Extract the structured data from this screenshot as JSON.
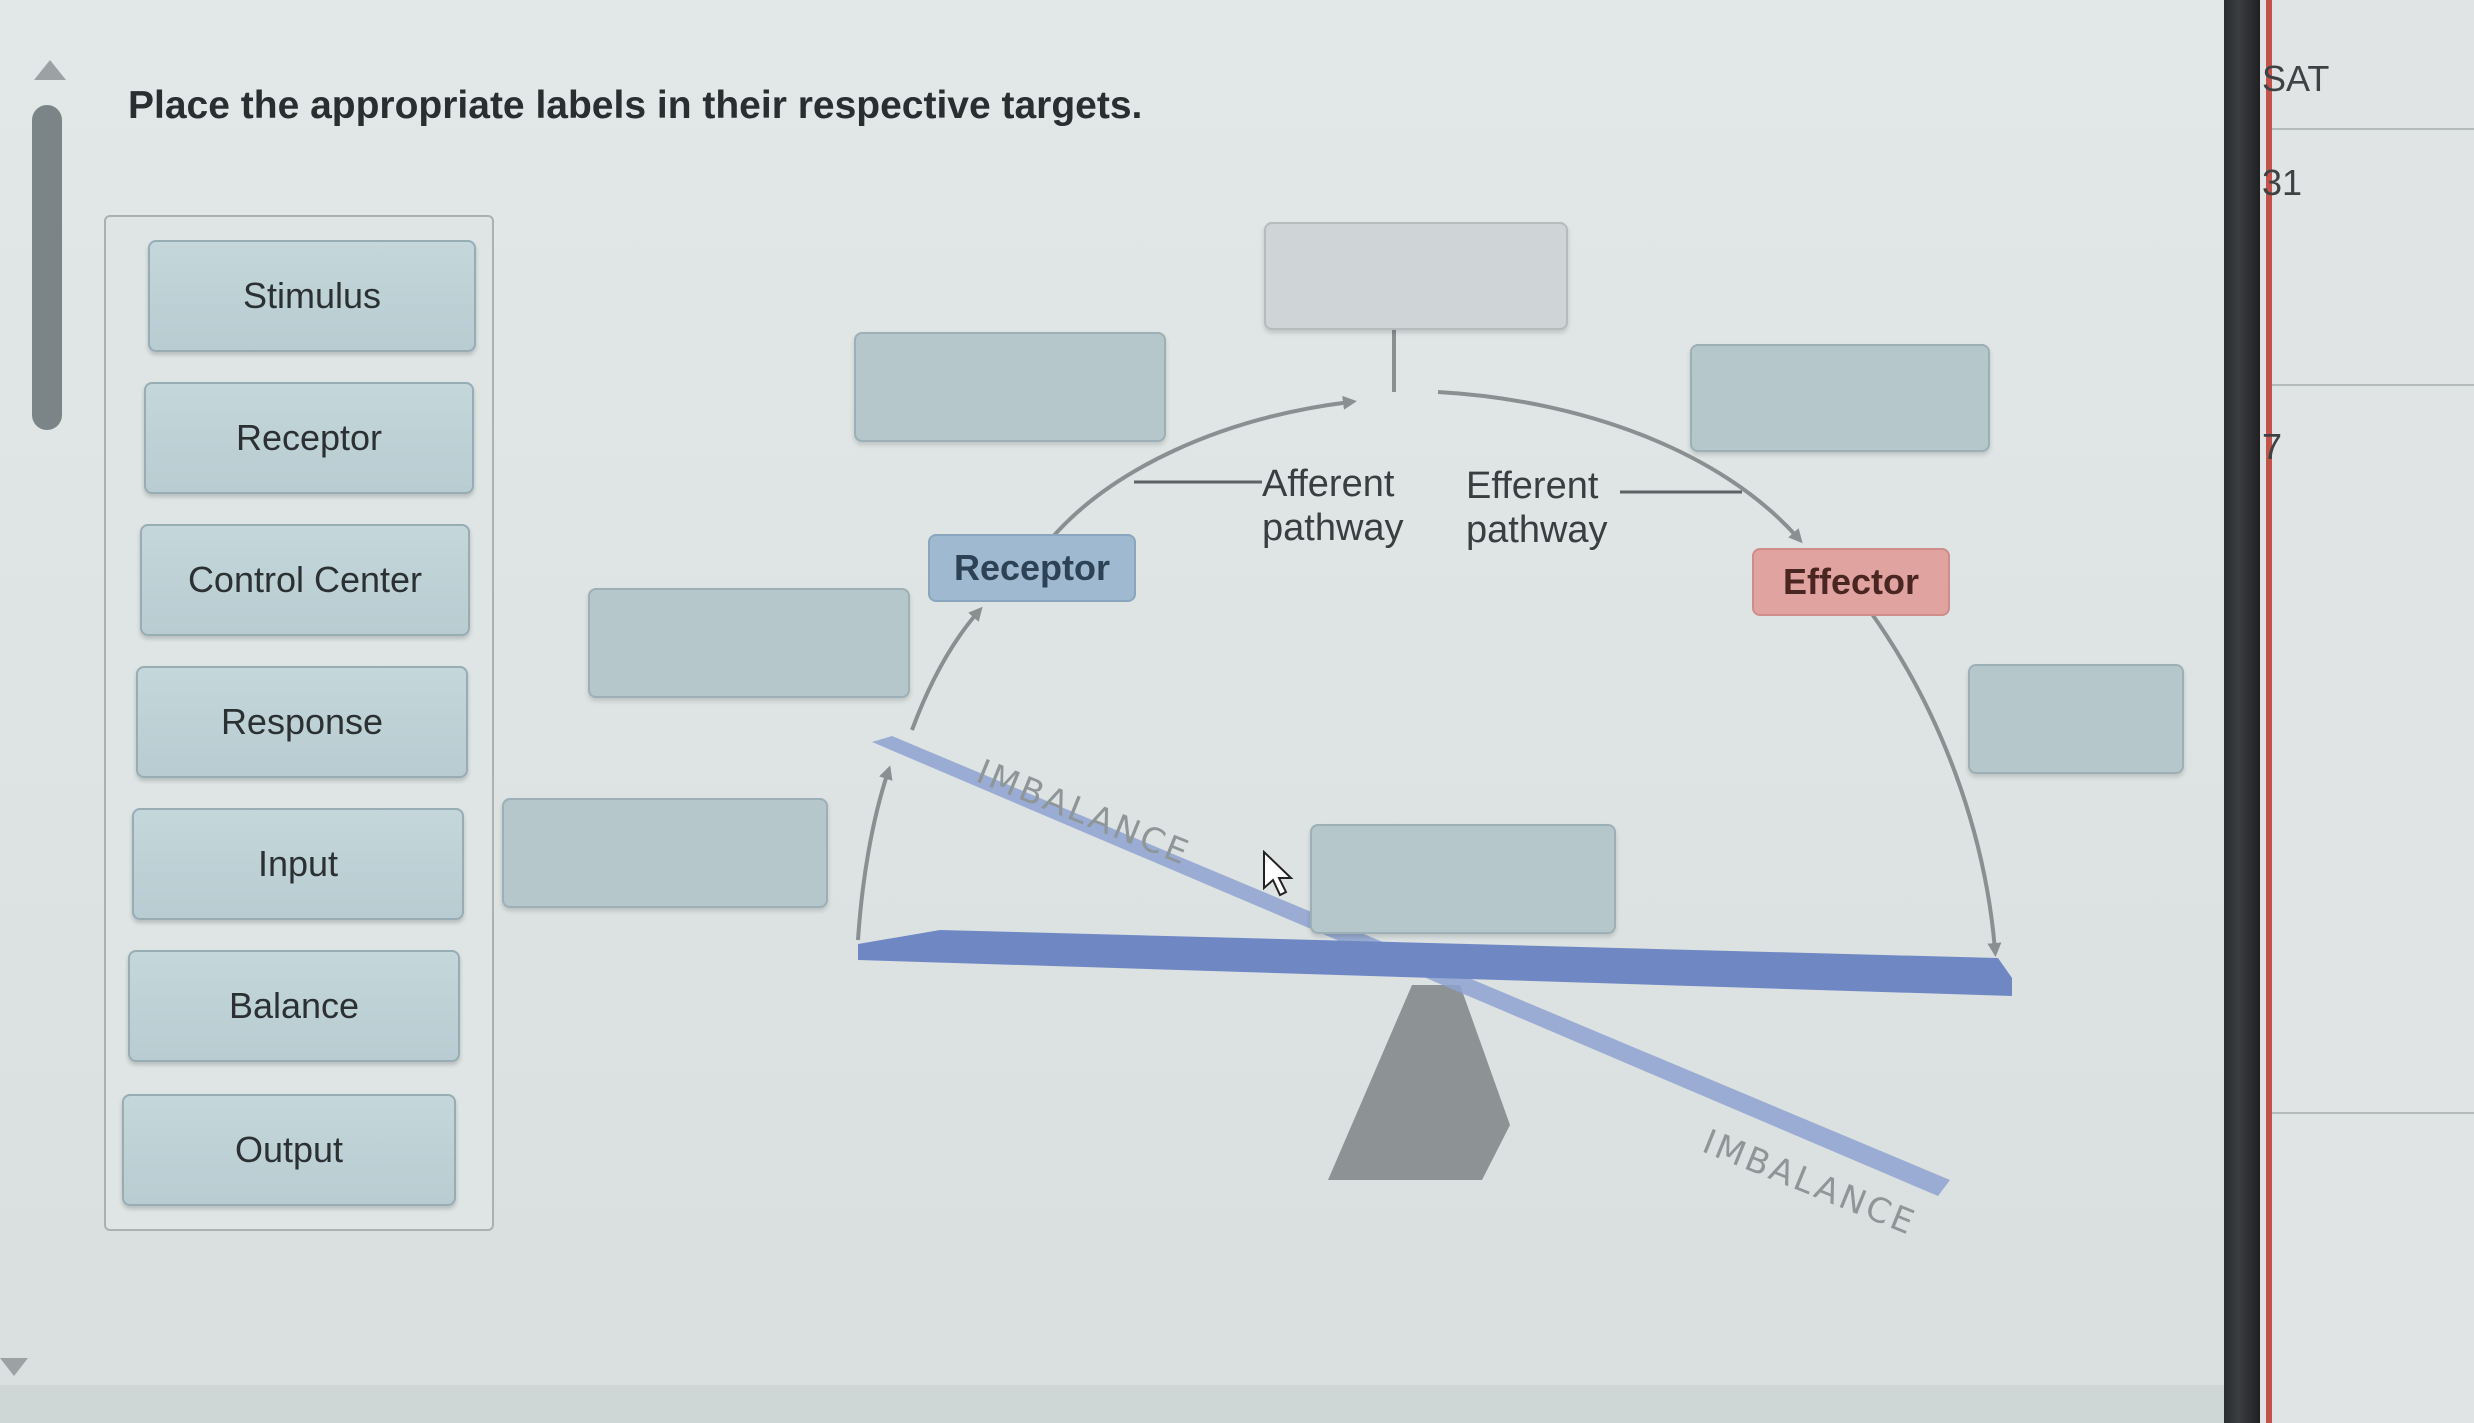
{
  "instructions": "Place the appropriate labels in their respective targets.",
  "label_bank": [
    {
      "label": "Stimulus"
    },
    {
      "label": "Receptor"
    },
    {
      "label": "Control Center"
    },
    {
      "label": "Response"
    },
    {
      "label": "Input"
    },
    {
      "label": "Balance"
    },
    {
      "label": "Output"
    }
  ],
  "diagram": {
    "receptor_label": "Receptor",
    "effector_label": "Effector",
    "afferent_line1": "Afferent",
    "afferent_line2": "pathway",
    "efferent_line1": "Efferent",
    "efferent_line2": "pathway",
    "imbalance_left": "IMBALANCE",
    "imbalance_right": "IMBALANCE"
  },
  "side_panel": {
    "text1": "SAT",
    "text2": "31",
    "text3": "7"
  },
  "colors": {
    "receptor": "#9fbad0",
    "effector": "#e1a3a0",
    "target": "#b5c7cb",
    "beam": "#7f98c9"
  }
}
